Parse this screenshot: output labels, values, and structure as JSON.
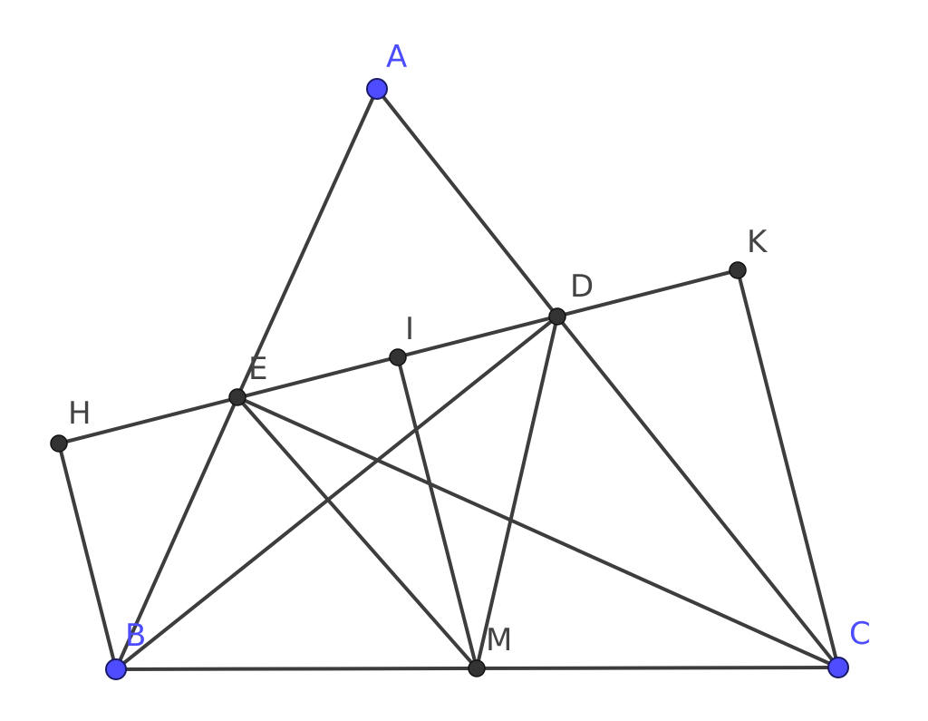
{
  "diagram": {
    "colors": {
      "segment": "#3d3d3d",
      "free_point": "#4d4dff",
      "dependent_point": "#333333",
      "free_label": "#4d4dff",
      "dependent_label": "#444444",
      "background": "#ffffff"
    },
    "points": [
      {
        "id": "A",
        "label": "A",
        "kind": "free"
      },
      {
        "id": "B",
        "label": "B",
        "kind": "free"
      },
      {
        "id": "C",
        "label": "C",
        "kind": "free"
      },
      {
        "id": "D",
        "label": "D",
        "kind": "dependent"
      },
      {
        "id": "E",
        "label": "E",
        "kind": "dependent"
      },
      {
        "id": "H",
        "label": "H",
        "kind": "dependent"
      },
      {
        "id": "I",
        "label": "I",
        "kind": "dependent"
      },
      {
        "id": "K",
        "label": "K",
        "kind": "dependent"
      },
      {
        "id": "M",
        "label": "M",
        "kind": "dependent"
      }
    ],
    "segments": [
      [
        "A",
        "E"
      ],
      [
        "E",
        "B"
      ],
      [
        "A",
        "D"
      ],
      [
        "D",
        "C"
      ],
      [
        "B",
        "C"
      ],
      [
        "H",
        "K"
      ],
      [
        "H",
        "B"
      ],
      [
        "K",
        "C"
      ],
      [
        "B",
        "D"
      ],
      [
        "E",
        "C"
      ],
      [
        "E",
        "M"
      ],
      [
        "D",
        "M"
      ],
      [
        "I",
        "M"
      ]
    ]
  }
}
